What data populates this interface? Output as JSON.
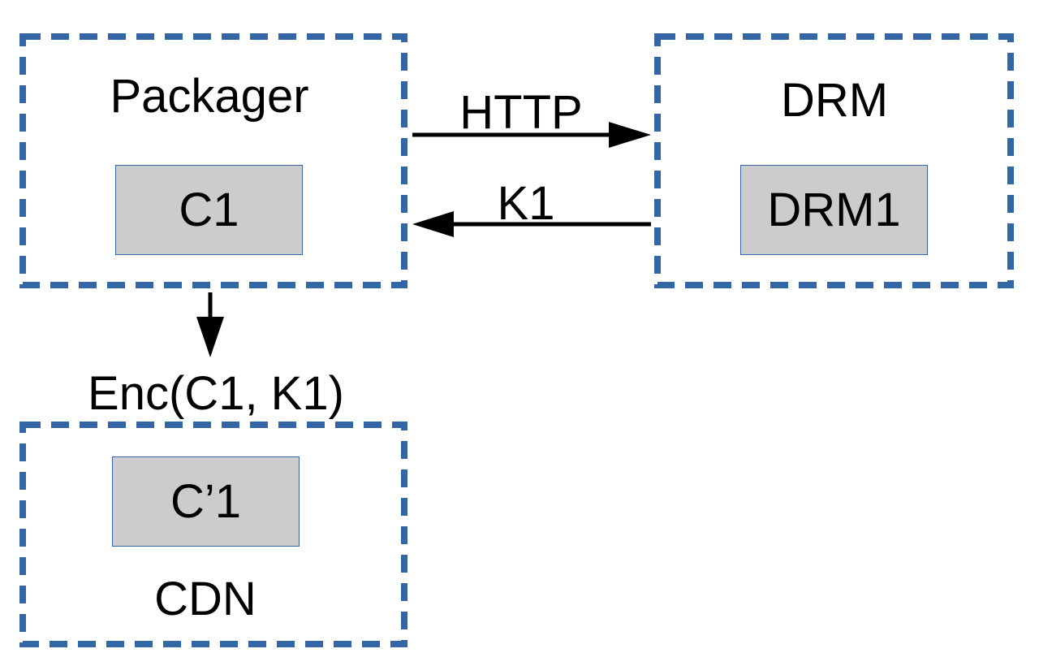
{
  "nodes": {
    "packager": {
      "label": "Packager",
      "content_label": "C1"
    },
    "drm": {
      "label": "DRM",
      "content_label": "DRM1"
    },
    "cdn": {
      "label": "CDN",
      "content_label": "C’1"
    }
  },
  "edges": {
    "request": {
      "label": "HTTP"
    },
    "response": {
      "label": "K1"
    },
    "publish": {
      "label": "Enc(C1, K1)"
    }
  },
  "colors": {
    "container_border": "#3465a4",
    "inner_fill": "#cccccc",
    "arrow": "#000000"
  }
}
